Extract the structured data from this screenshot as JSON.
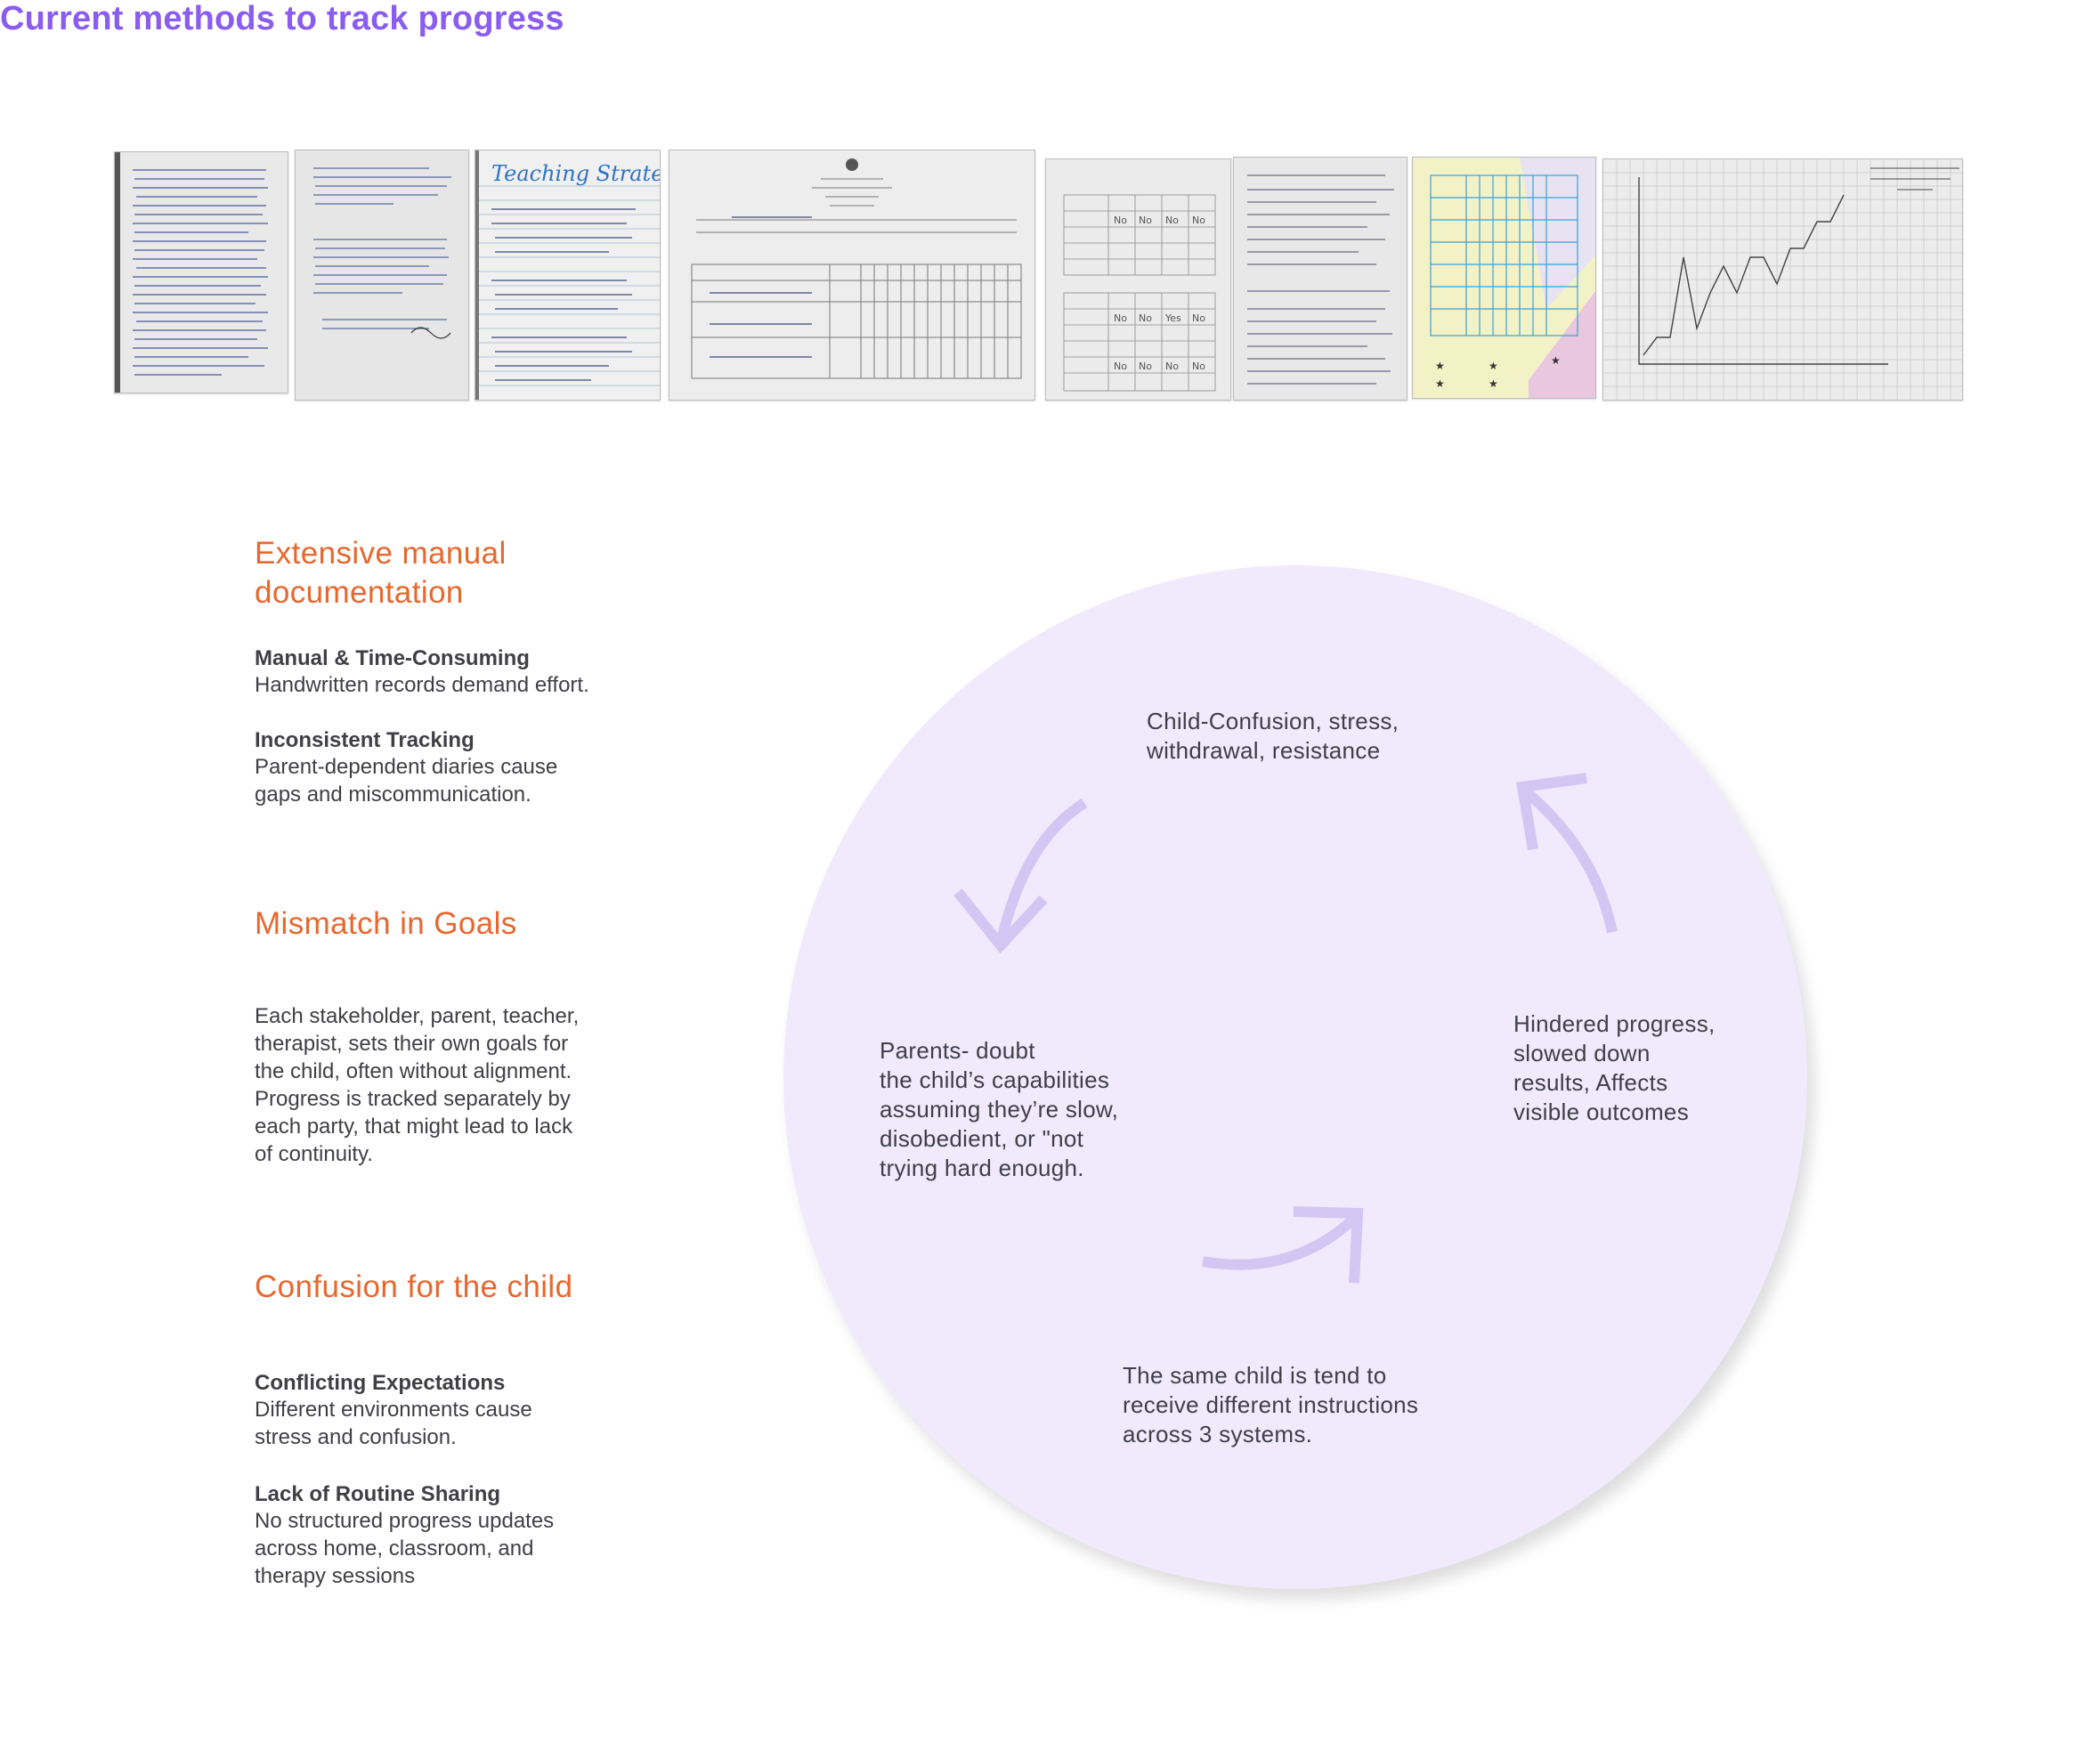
{
  "title": "Current methods to track progress",
  "photos": [
    {
      "name": "handwritten-notes-photo"
    },
    {
      "name": "handwritten-plan-photo"
    },
    {
      "name": "teaching-strategies-photo",
      "caption": "Teaching Strategies"
    },
    {
      "name": "task-analysis-record-photo"
    },
    {
      "name": "checklist-form-photo"
    },
    {
      "name": "behaviour-notes-photo"
    },
    {
      "name": "colored-chart-photo"
    },
    {
      "name": "progress-graph-photo"
    }
  ],
  "sections": {
    "documentation": {
      "heading_line1": "Extensive manual",
      "heading_line2": "documentation",
      "item1_title": "Manual & Time-Consuming",
      "item1_line1": "Handwritten records demand effort.",
      "item2_title": "Inconsistent Tracking",
      "item2_line1": "Parent-dependent diaries cause",
      "item2_line2": "gaps and miscommunication."
    },
    "goals": {
      "heading": "Mismatch in Goals",
      "lines": [
        "Each stakeholder, parent, teacher,",
        "therapist, sets their own goals for",
        "the child, often without alignment.",
        "Progress is tracked separately by",
        "each party, that might lead to lack",
        "of continuity."
      ]
    },
    "confusion": {
      "heading": "Confusion for the child",
      "item1_title": "Conflicting Expectations",
      "item1_line1": "Different environments cause",
      "item1_line2": "stress and confusion.",
      "item2_title": "Lack of Routine Sharing",
      "item2_line1": "No structured progress updates",
      "item2_line2": "across home, classroom, and",
      "item2_line3": "therapy sessions"
    }
  },
  "cycle": {
    "top": [
      "Child-Confusion, stress,",
      "withdrawal, resistance"
    ],
    "right": [
      "Hindered progress,",
      "slowed down",
      "results, Affects",
      "visible outcomes"
    ],
    "bottom": [
      "The same child is tend to",
      "receive different instructions",
      "across 3 systems."
    ],
    "left": [
      "Parents- doubt",
      "the child’s capabilities",
      "assuming they’re slow,",
      "disobedient, or \"not",
      "trying hard enough."
    ]
  },
  "colors": {
    "title": "#8a5cf0",
    "heading": "#e8672e",
    "circle": "#f1eafd",
    "arrow": "#d3c6f3",
    "text": "#3f3f46"
  }
}
